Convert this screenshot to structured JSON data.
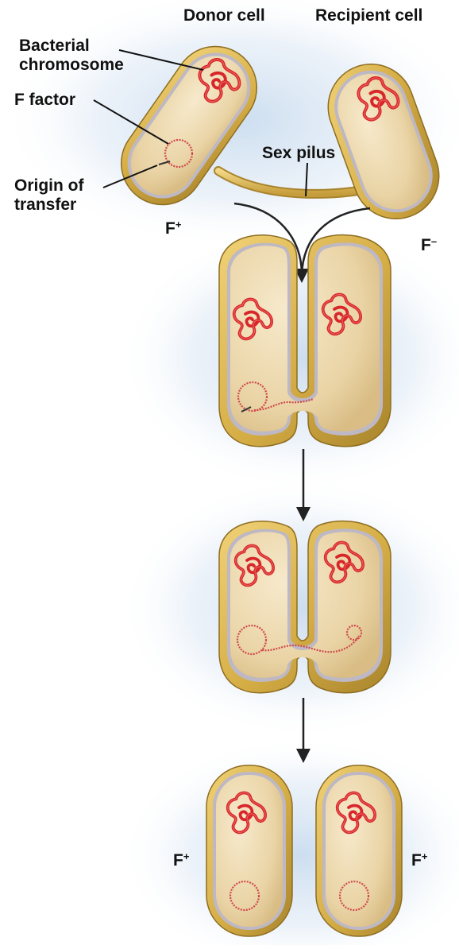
{
  "labels": {
    "donor_cell": "Donor cell",
    "recipient_cell": "Recipient cell",
    "bacterial_chromosome_line1": "Bacterial",
    "bacterial_chromosome_line2": "chromosome",
    "f_factor": "F factor",
    "origin_line1": "Origin of",
    "origin_line2": "transfer",
    "sex_pilus": "Sex pilus",
    "f_letter": "F",
    "plus": "+",
    "minus": "–"
  },
  "colors": {
    "cell_wall": "#d9b553",
    "cell_wall_dark": "#a8842c",
    "membrane": "#bdb8c4",
    "cytoplasm": "#ecd9b0",
    "chromosome": "#d8262b",
    "plasmid": "#d0474b",
    "glow": "#c9dcef",
    "arrow": "#222222"
  },
  "stages": [
    {
      "step": 1,
      "description_visible": false
    },
    {
      "step": 2
    },
    {
      "step": 3
    },
    {
      "step": 4
    }
  ]
}
